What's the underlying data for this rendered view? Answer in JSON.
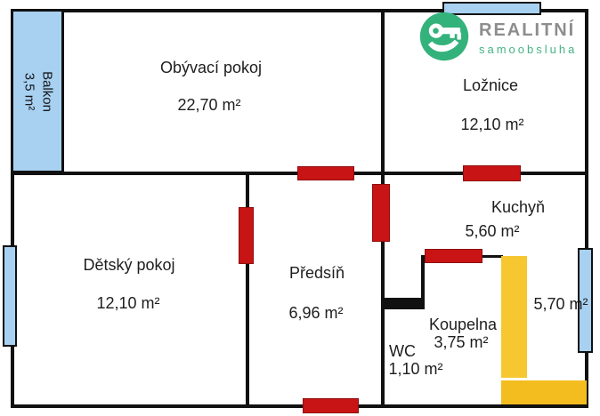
{
  "logo": {
    "title": "REALITNÍ",
    "subtitle": "samoobsluha",
    "icon": "key-hand-icon"
  },
  "rooms": [
    {
      "id": "balkon",
      "name": "Balkon",
      "area": "3,5 m²"
    },
    {
      "id": "obyvaci-pokoj",
      "name": "Obývací pokoj",
      "area": "22,70 m²"
    },
    {
      "id": "loznice",
      "name": "Ložnice",
      "area": "12,10 m²"
    },
    {
      "id": "kuchyn",
      "name": "Kuchyň",
      "area": "5,60 m²"
    },
    {
      "id": "detsky-pokoj",
      "name": "Dětský pokoj",
      "area": "12,10 m²"
    },
    {
      "id": "predsin",
      "name": "Předsíň",
      "area": "6,96 m²"
    },
    {
      "id": "koupelna",
      "name": "Koupelna",
      "area": "3,75 m²"
    },
    {
      "id": "wc",
      "name": "WC",
      "area": "1,10 m²"
    },
    {
      "id": "loggia",
      "name": "",
      "area": "5,70 m²"
    }
  ],
  "colors": {
    "wall": "#111111",
    "window_fill": "#a8d1f1",
    "door_fill": "#c81414",
    "partition_yellow": "#f6c731",
    "logo_green": "#33b27b",
    "logo_title_gray": "#8d8d8d",
    "logo_subtitle_green": "#45b384"
  }
}
